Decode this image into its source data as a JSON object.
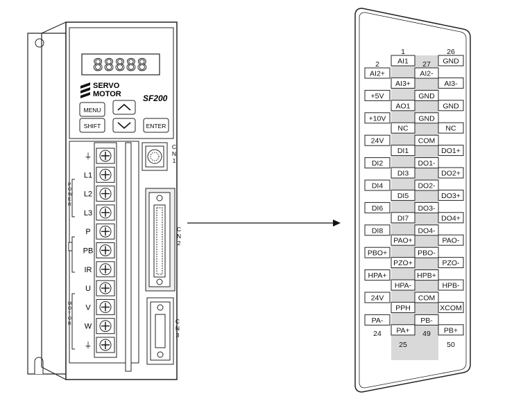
{
  "drive": {
    "display": "88888",
    "brand_line1": "SERVO",
    "brand_line2": "MOTOR",
    "model": "SF200",
    "buttons": {
      "menu": "MENU",
      "shift": "SHIFT",
      "enter": "ENTER"
    },
    "terminals": [
      "⏚",
      "L1",
      "L2",
      "L3",
      "P",
      "PB",
      "IR",
      "U",
      "V",
      "W",
      "⏚"
    ],
    "group_power": "POWER",
    "group_motor": "MOTOR",
    "connectors": [
      {
        "id": "cn1",
        "label": "CN1"
      },
      {
        "id": "cn2",
        "label": "CN2"
      },
      {
        "id": "cn3",
        "label": "CN3"
      }
    ]
  },
  "connector": {
    "top_numbers": {
      "left": "2",
      "center_left": "1",
      "center_right": "27",
      "right": "26"
    },
    "bottom_numbers": {
      "left": "24",
      "center_left": "25",
      "center_right": "49",
      "right": "50"
    },
    "left_column": [
      "AI2+",
      "+5V",
      "+10V",
      "24V",
      "DI2",
      "DI4",
      "DI6",
      "DI8",
      "PBO+",
      "HPA+",
      "24V",
      "PA-"
    ],
    "center_left_column": [
      "AI1",
      "AI3+",
      "AO1",
      "NC",
      "DI1",
      "DI3",
      "DI5",
      "DI7",
      "PAO+",
      "PZO+",
      "HPA-",
      "PPH",
      "PA+"
    ],
    "center_right_column": [
      "AI2-",
      "GND",
      "GND",
      "COM",
      "DO1-",
      "DO2-",
      "DO3-",
      "DO4-",
      "PBO-",
      "HPB+",
      "COM",
      "PB-"
    ],
    "right_column": [
      "GND",
      "AI3-",
      "GND",
      "NC",
      "DO1+",
      "DO2+",
      "DO3+",
      "DO4+",
      "PAO-",
      "PZO-",
      "HPB-",
      "XCOM",
      "PB+"
    ]
  }
}
